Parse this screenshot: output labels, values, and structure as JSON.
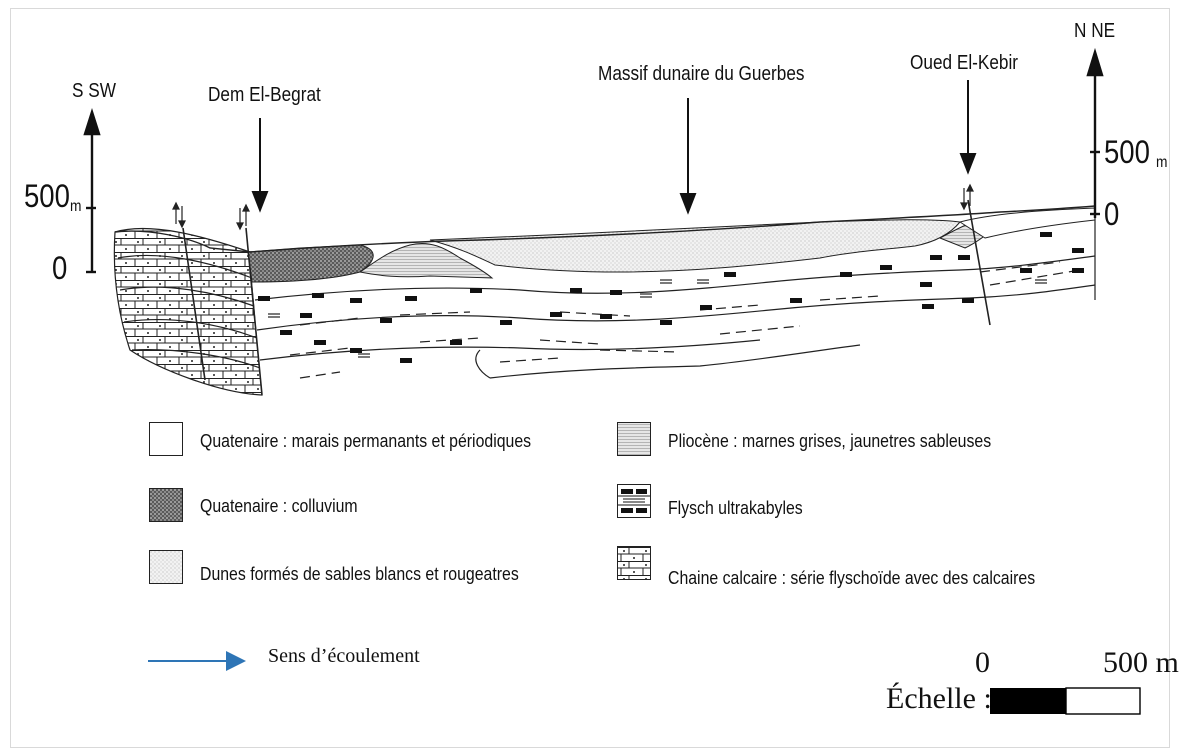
{
  "orientation": {
    "left": "S SW",
    "right": "N NE"
  },
  "scale_left": {
    "value": "500",
    "unit": "m",
    "zero": "0"
  },
  "scale_right": {
    "value": "500",
    "unit": "m",
    "zero": "0"
  },
  "places": {
    "dem": "Dem El-Begrat",
    "massif": "Massif dunaire du Guerbes",
    "oued": "Oued El-Kebir"
  },
  "legend": [
    {
      "id": "quat-marais",
      "label": "Quatenaire : marais permanants et périodiques"
    },
    {
      "id": "quat-colluvium",
      "label": "Quatenaire : colluvium"
    },
    {
      "id": "dunes",
      "label": "Dunes formés de sables blancs et rougeatres"
    },
    {
      "id": "pliocene",
      "label": "Pliocène : marnes grises, jaunetres sableuses"
    },
    {
      "id": "flysch",
      "label": "Flysch ultrakabyles"
    },
    {
      "id": "chaine",
      "label": "Chaine calcaire : série flyschoïde avec des calcaires"
    }
  ],
  "flow": {
    "label": "Sens  d’écoulement",
    "color": "#2e75b6"
  },
  "echelle": {
    "label": "Échelle :",
    "zero": "0",
    "max": "500 m"
  }
}
